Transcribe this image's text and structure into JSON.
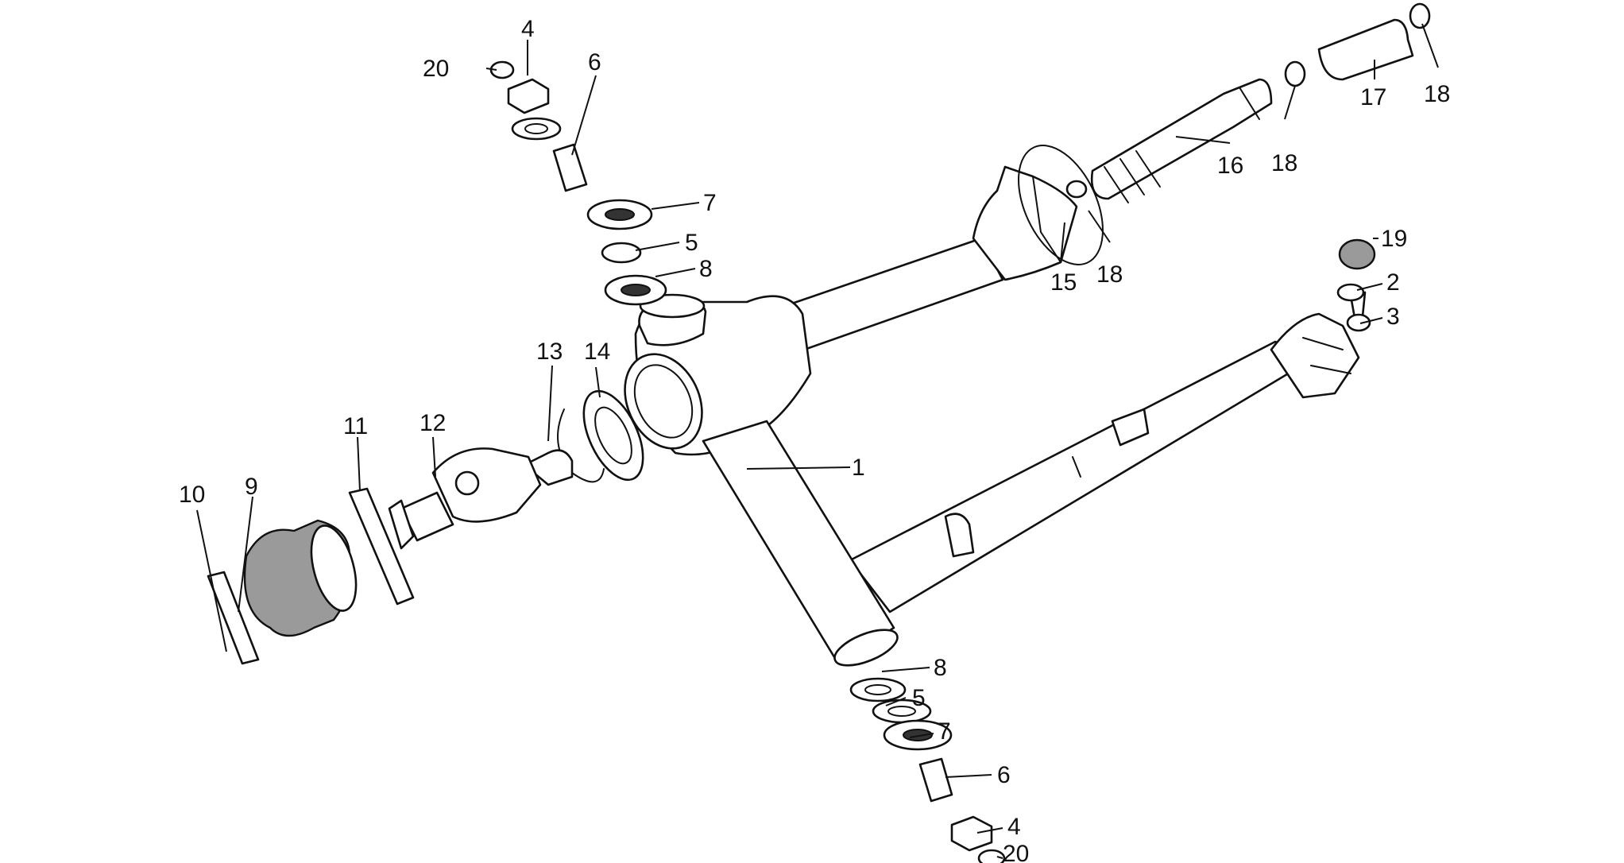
{
  "callouts": {
    "c1": "1",
    "c2": "2",
    "c3": "3",
    "c4": "4",
    "c5": "5",
    "c6": "6",
    "c7": "7",
    "c8": "8",
    "c9": "9",
    "c10": "10",
    "c11": "11",
    "c12": "12",
    "c13": "13",
    "c14": "14",
    "c15": "15",
    "c16": "16",
    "c17": "17",
    "c18": "18",
    "c19": "19",
    "c20": "20"
  },
  "colors": {
    "line": "#111111",
    "fill": "#ffffff",
    "shade": "#9a9a9a"
  }
}
